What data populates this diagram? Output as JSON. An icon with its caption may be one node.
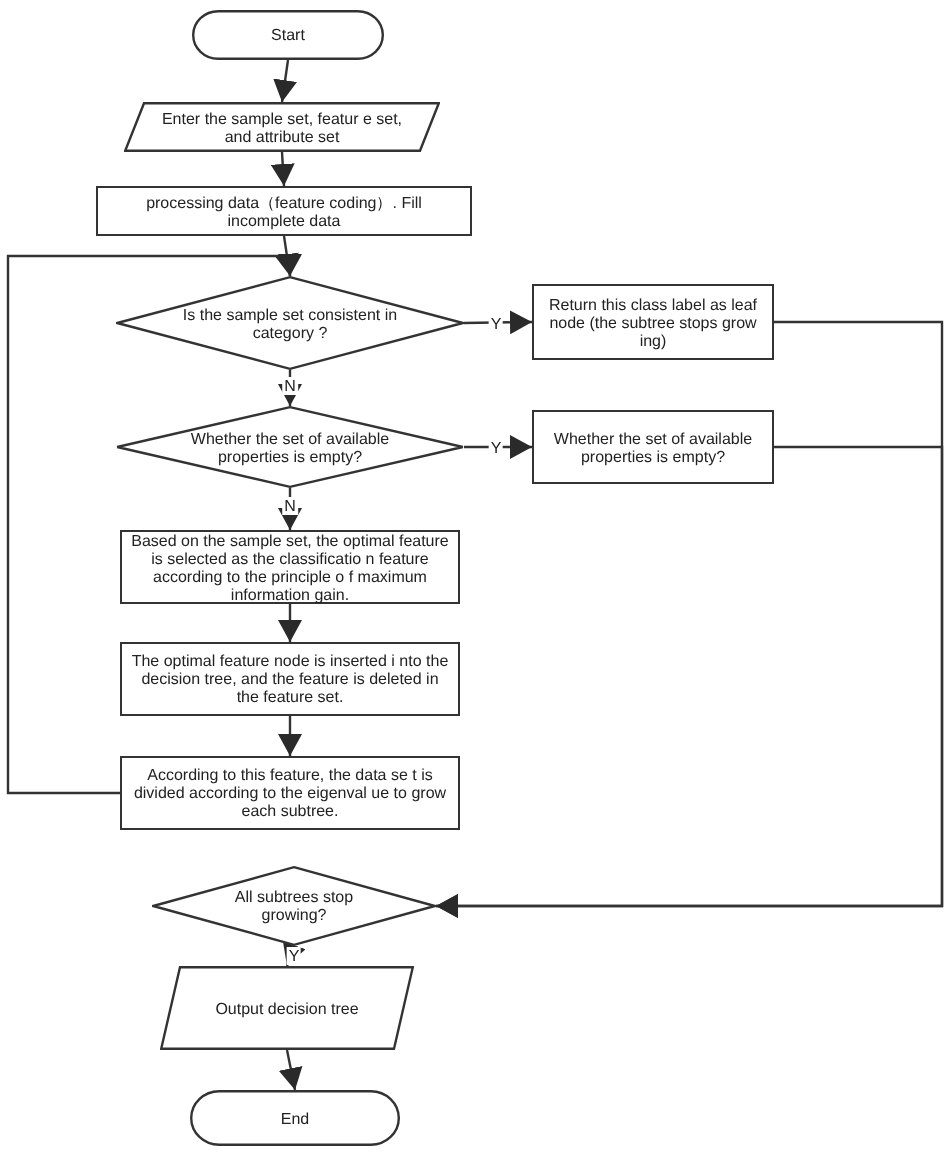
{
  "diagram": {
    "nodes": [
      {
        "text": [
          "Start"
        ]
      },
      {
        "text": [
          "Enter the sample set, featur e set, and attribute set"
        ]
      },
      {
        "text": [
          "processing data（feature coding）. Fill incomplete data"
        ]
      },
      {
        "text": [
          "Is the sample set consistent in category ?"
        ]
      },
      {
        "text": [
          "Return this class label as leaf node (the subtree stops grow ing)"
        ]
      },
      {
        "text": [
          "Whether the set of available properties is empty?"
        ]
      },
      {
        "text": [
          "Whether the set of available properties is empty?"
        ]
      },
      {
        "text": [
          "Based on the sample set, the optimal feature is selected as the classificatio n feature according to the principle o f maximum information gain."
        ]
      },
      {
        "text": [
          "The optimal feature node is inserted i nto the decision tree, and the feature is deleted in the feature set."
        ]
      },
      {
        "text": [
          "According to this feature, the data se t is divided according to the eigenval ue to grow each subtree."
        ]
      },
      {
        "text": [
          "All subtrees stop growing?"
        ]
      },
      {
        "text": [
          "Output decision tree"
        ]
      },
      {
        "text": [
          "End"
        ]
      }
    ],
    "edges": [
      {
        "from": 0,
        "to": 1,
        "arrow": "to"
      },
      {
        "from": 1,
        "to": 2,
        "arrow": "to"
      },
      {
        "from": 2,
        "to": 3,
        "arrow": "to"
      },
      {
        "from": 3,
        "to": 4,
        "arrow": "to",
        "label": "Y"
      },
      {
        "from": 3,
        "to": 5,
        "arrow": "to",
        "label": "N"
      },
      {
        "from": 5,
        "to": 6,
        "arrow": "to",
        "label": "Y"
      },
      {
        "from": 5,
        "to": 7,
        "arrow": "to",
        "label": "N"
      },
      {
        "from": 7,
        "to": 8,
        "arrow": "to"
      },
      {
        "from": 8,
        "to": 9,
        "arrow": "to"
      },
      {
        "from": 9,
        "to": 3,
        "arrow": "to"
      },
      {
        "from": 4,
        "to": 10,
        "arrow": "to"
      },
      {
        "from": 6,
        "to": 10,
        "arrow": "to"
      },
      {
        "from": 10,
        "to": 11,
        "arrow": "to",
        "label": "Y"
      },
      {
        "from": 11,
        "to": 12,
        "arrow": "to"
      }
    ]
  }
}
